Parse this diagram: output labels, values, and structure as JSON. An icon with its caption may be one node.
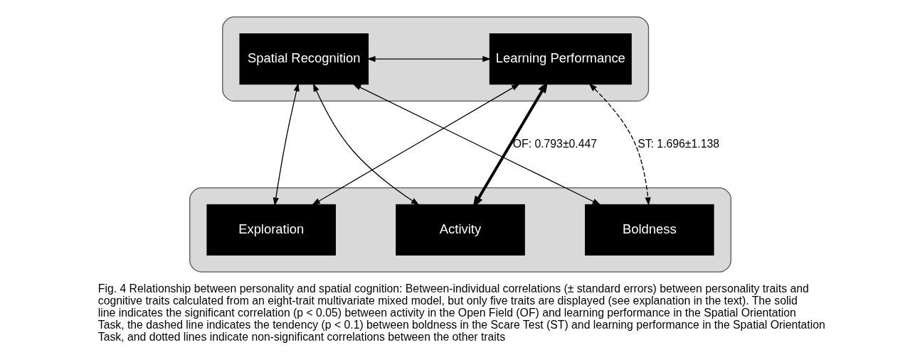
{
  "diagram": {
    "caption": "Fig. 4 Relationship between personality and spatial cognition: Between-individual correlations (± standard errors) between personality traits and cognitive traits calculated from an eight-trait multivariate mixed model, but only five traits are displayed (see explanation in the text). The solid line indicates the significant correlation (p < 0.05) between activity in the Open Field (OF) and learning performance in the Spatial Orientation Task, the dashed line indicates the tendency (p < 0.1) between boldness in the Scare Test (ST) and learning performance in the Spatial Orientation Task, and dotted lines indicate non-significant correlations between the other traits",
    "nodes": [
      {
        "text": [],
        "shape": "box"
      },
      {
        "text": [
          "Spatial Recognition"
        ],
        "in": 0
      },
      {
        "text": [
          "Learning Performance"
        ],
        "in": 0
      },
      {
        "text": [],
        "shape": "box"
      },
      {
        "text": [
          "Activity"
        ],
        "in": 3
      },
      {
        "text": [
          "Exploration"
        ],
        "in": 3
      },
      {
        "text": [
          "Boldness"
        ],
        "in": 3
      }
    ],
    "edges": [
      {
        "from": 1,
        "to": 2,
        "arrow": "both"
      },
      {
        "from": 4,
        "to": 2,
        "arrow": "both",
        "label": "OF: 0.793±0.447",
        "style": "thick"
      },
      {
        "from": 1,
        "to": 4,
        "arrow": "both"
      },
      {
        "from": 1,
        "to": 5,
        "arrow": "both"
      },
      {
        "from": 2,
        "to": 5,
        "arrow": "both"
      },
      {
        "from": 2,
        "to": 6,
        "arrow": "both",
        "label": "ST: 1.696±1.138",
        "style": "dashed"
      },
      {
        "from": 1,
        "to": 6,
        "arrow": "both"
      }
    ]
  }
}
